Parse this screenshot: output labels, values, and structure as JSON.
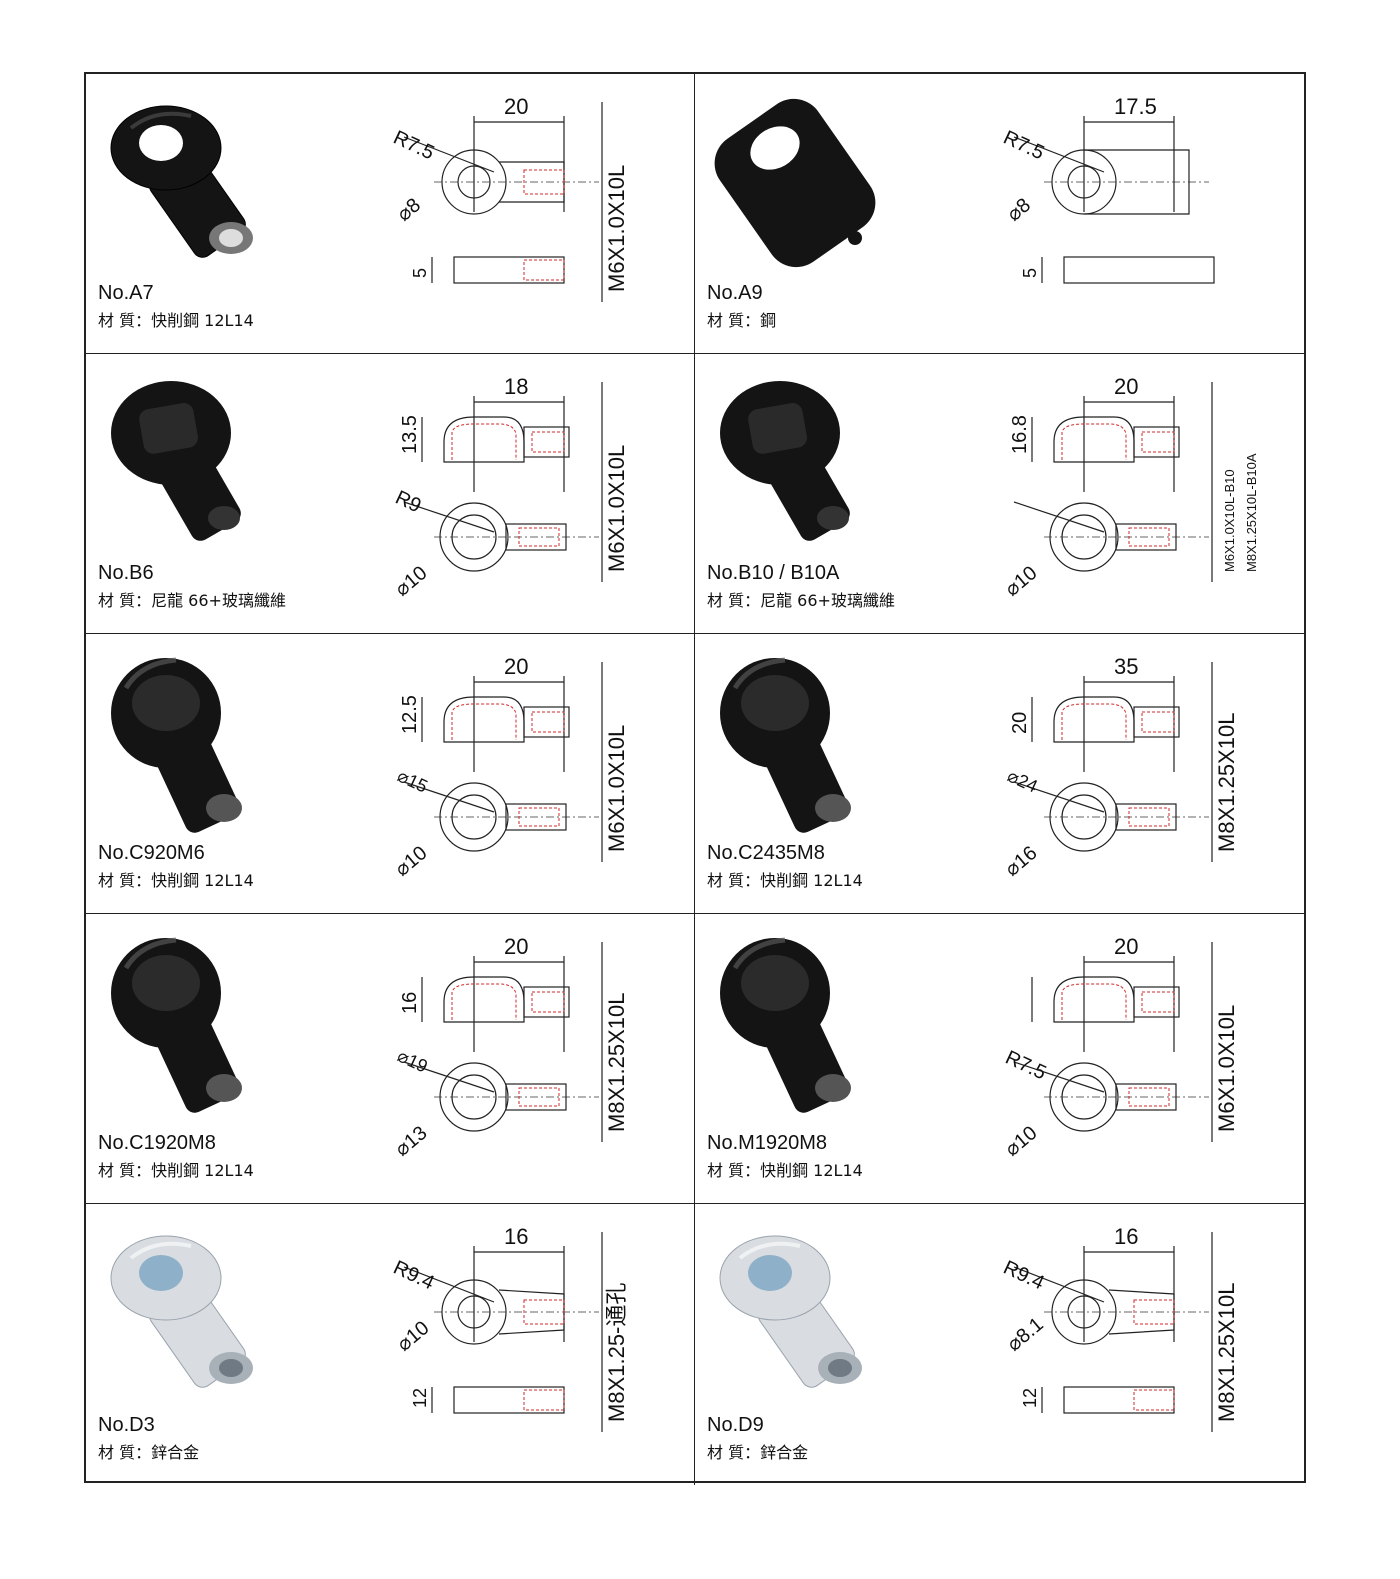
{
  "material_label": "材 質：",
  "parts": [
    {
      "id": "a7",
      "no": "No.A7",
      "material": "快削鋼 12L14",
      "finish": "black",
      "shape": "eye-round",
      "dims": {
        "top": "20",
        "radius": "R7.5",
        "hole": "⌀8",
        "thread": "M6X1.0X10L",
        "height": "5"
      }
    },
    {
      "id": "a9",
      "no": "No.A9",
      "material": "鋼",
      "finish": "black",
      "shape": "plate",
      "dims": {
        "top": "17.5",
        "radius": "R7.5",
        "hole": "⌀8",
        "height": "5"
      }
    },
    {
      "id": "b6",
      "no": "No.B6",
      "material": "尼龍 66+玻璃纖維",
      "finish": "black",
      "shape": "socket",
      "dims": {
        "top": "18",
        "side": "13.5",
        "radius": "R9",
        "hole": "⌀10",
        "thread": "M6X1.0X10L"
      }
    },
    {
      "id": "b10",
      "no": "No.B10 / B10A",
      "material": "尼龍 66+玻璃纖維",
      "finish": "black",
      "shape": "socket",
      "dims": {
        "top": "20",
        "side": "16.8",
        "hole": "⌀10",
        "thread": "M6X1.0X10L-B10",
        "thread2": "M8X1.25X10L-B10A"
      }
    },
    {
      "id": "c920m6",
      "no": "No.C920M6",
      "material": "快削鋼 12L14",
      "finish": "black",
      "shape": "ball",
      "dims": {
        "top": "20",
        "side": "12.5",
        "outer": "⌀15",
        "hole": "⌀10",
        "thread": "M6X1.0X10L"
      }
    },
    {
      "id": "c2435m8",
      "no": "No.C2435M8",
      "material": "快削鋼 12L14",
      "finish": "black",
      "shape": "ball",
      "dims": {
        "top": "35",
        "side": "20",
        "outer": "⌀24",
        "hole": "⌀16",
        "thread": "M8X1.25X10L"
      }
    },
    {
      "id": "c1920m8",
      "no": "No.C1920M8",
      "material": "快削鋼 12L14",
      "finish": "black",
      "shape": "ball",
      "dims": {
        "top": "20",
        "side": "16",
        "outer": "⌀19",
        "hole": "⌀13",
        "thread": "M8X1.25X10L"
      }
    },
    {
      "id": "m1920m8",
      "no": "No.M1920M8",
      "material": "快削鋼 12L14",
      "finish": "black",
      "shape": "ball",
      "dims": {
        "top": "20",
        "radius": "R7.5",
        "hole": "⌀10",
        "thread": "M6X1.0X10L"
      }
    },
    {
      "id": "d3",
      "no": "No.D3",
      "material": "鋅合金",
      "finish": "silver",
      "shape": "eye-tapered",
      "dims": {
        "top": "16",
        "radius": "R9.4",
        "hole": "⌀10",
        "thread": "M8X1.25-通孔",
        "height": "12"
      }
    },
    {
      "id": "d9",
      "no": "No.D9",
      "material": "鋅合金",
      "finish": "silver",
      "shape": "eye-tapered",
      "dims": {
        "top": "16",
        "radius": "R9.4",
        "hole": "⌀8.1",
        "thread": "M8X1.25X10L",
        "height": "12"
      }
    }
  ]
}
